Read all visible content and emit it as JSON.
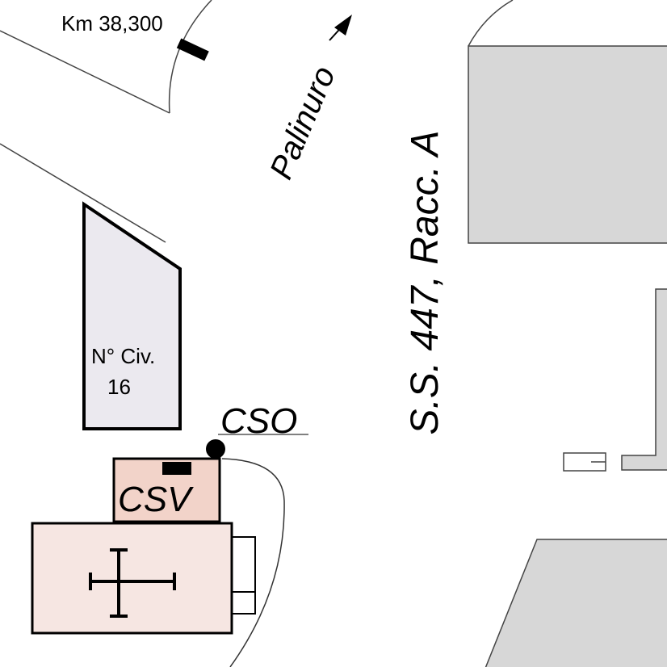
{
  "labels": {
    "km_marker": "Km 38,300",
    "direction": "Palinuro",
    "road_name": "S.S. 447, Racc. A",
    "civic_prefix": "N° Civ.",
    "civic_number": "16",
    "cso": "CSO",
    "csv": "CSV"
  },
  "colors": {
    "outline": "#000000",
    "road_edge": "#444444",
    "block_gray": "#d7d7d7",
    "civic_building": "#ebe9ef",
    "csv_fill": "#f2d3c9",
    "church_fill": "#f6e6e2"
  },
  "icons": {
    "direction_arrow": "arrow-up-right-icon",
    "church_symbol": "cross-icon",
    "cso_point": "filled-circle-icon"
  }
}
